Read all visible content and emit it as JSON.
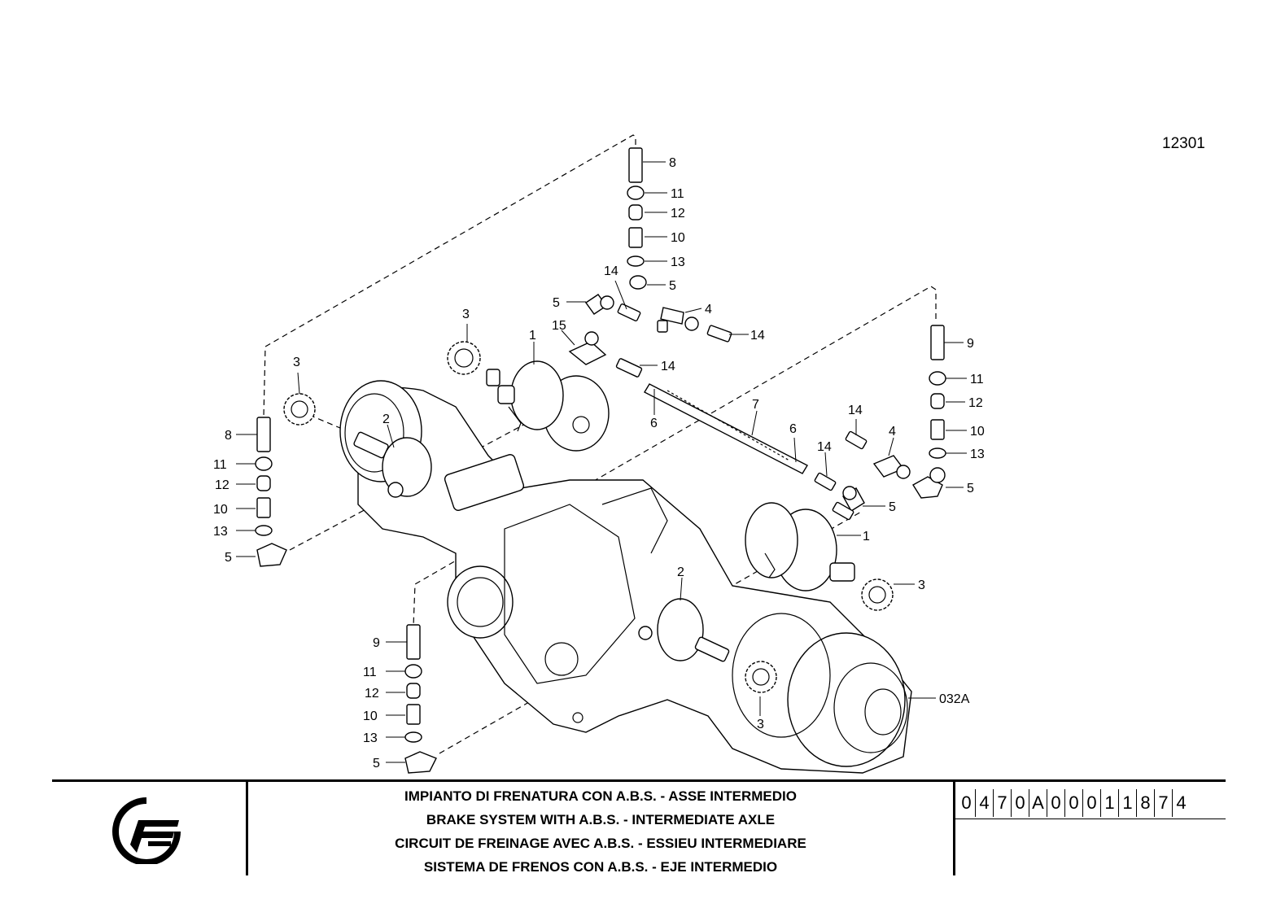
{
  "drawing_number": "12301",
  "callouts": {
    "top_col": [
      "8",
      "11",
      "12",
      "10",
      "13",
      "5"
    ],
    "left_col": [
      "8",
      "11",
      "12",
      "10",
      "13",
      "5"
    ],
    "bottom_col": [
      "9",
      "11",
      "12",
      "10",
      "13",
      "5"
    ],
    "right_col": [
      "9",
      "11",
      "12",
      "10",
      "13",
      "5"
    ],
    "misc": {
      "c14a": "14",
      "c5a": "5",
      "c4a": "4",
      "c14b": "14",
      "c3a": "3",
      "c1a": "1",
      "c15": "15",
      "c14c": "14",
      "c3b": "3",
      "c2a": "2",
      "c6a": "6",
      "c7": "7",
      "c6b": "6",
      "c14d": "14",
      "c4b": "4",
      "c14e": "14",
      "c5b": "5",
      "c1b": "1",
      "c3c": "3",
      "c2b": "2",
      "c3d": "3",
      "c032a": "032A"
    }
  },
  "titles": [
    "IMPIANTO DI FRENATURA CON A.B.S. - ASSE INTERMEDIO",
    "BRAKE SYSTEM WITH A.B.S. - INTERMEDIATE AXLE",
    "CIRCUIT DE FREINAGE AVEC A.B.S. - ESSIEU INTERMEDIARE",
    "SISTEMA DE FRENOS CON A.B.S. - EJE INTERMEDIO"
  ],
  "code": [
    "0",
    "4",
    "7",
    "0",
    "A",
    "0",
    "0",
    "0",
    "1",
    "1",
    "8",
    "7",
    "4"
  ],
  "logo_icon": "manufacturer-logo-icon"
}
